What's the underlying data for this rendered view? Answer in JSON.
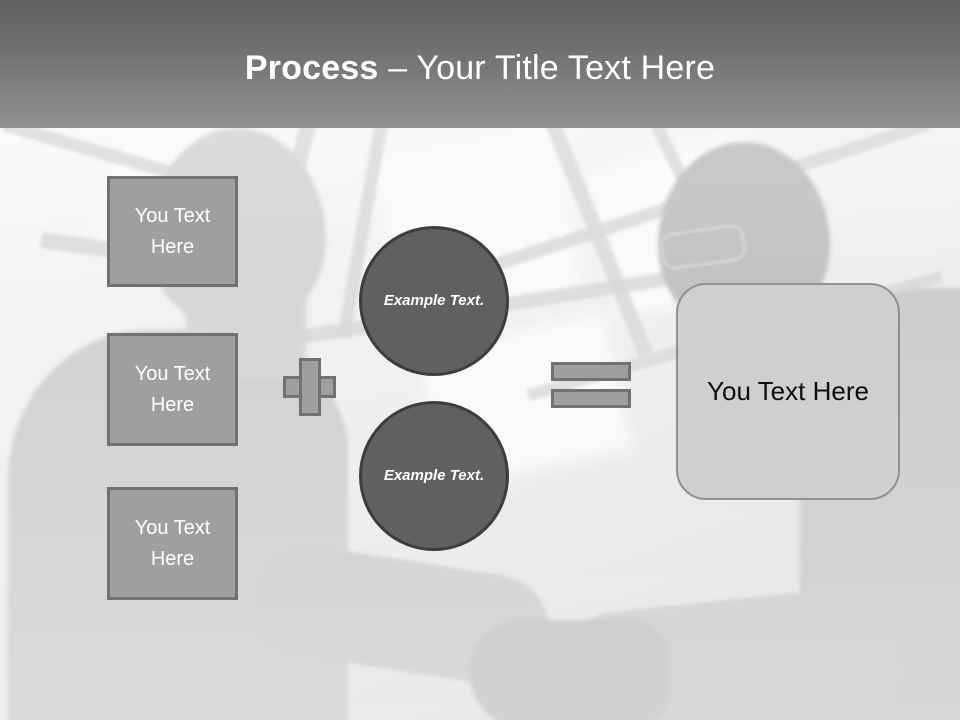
{
  "header": {
    "title_bold": "Process",
    "title_rest": " – Your Title Text Here"
  },
  "diagram": {
    "inputs": [
      {
        "label": "You Text Here"
      },
      {
        "label": "You Text Here"
      },
      {
        "label": "You Text Here"
      }
    ],
    "operators": {
      "plus": "plus-sign",
      "equals": "equals-sign"
    },
    "circles": [
      {
        "label": "Example Text."
      },
      {
        "label": "Example Text."
      }
    ],
    "result": {
      "label": "You Text Here"
    }
  },
  "colors": {
    "banner_top": "#5f6062",
    "banner_bottom": "#8e9092",
    "box_fill": "#9d9fa1",
    "box_border": "#6f7173",
    "circle_fill": "#5e6062",
    "circle_border": "#3c3d3f",
    "result_fill": "#cdcfd0",
    "result_border": "#8e9092",
    "title_text": "#ffffff",
    "box_text": "#ffffff",
    "result_text": "#0e0e0e"
  }
}
